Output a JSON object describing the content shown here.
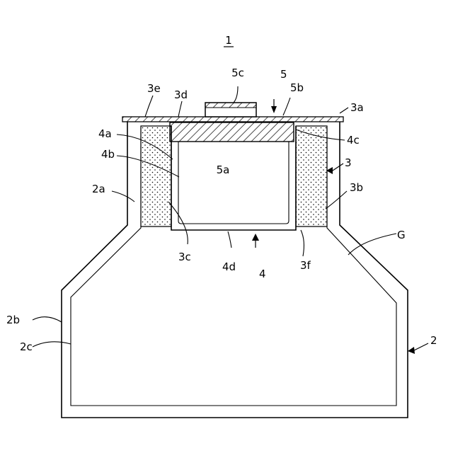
{
  "figure": {
    "number": "1",
    "labels": {
      "l2": "2",
      "l2a": "2a",
      "l2b": "2b",
      "l2c": "2c",
      "l3": "3",
      "l3a": "3a",
      "l3b": "3b",
      "l3c": "3c",
      "l3d": "3d",
      "l3e": "3e",
      "l3f": "3f",
      "l4": "4",
      "l4a": "4a",
      "l4b": "4b",
      "l4c": "4c",
      "l4d": "4d",
      "l5": "5",
      "l5a": "5a",
      "l5b": "5b",
      "l5c": "5c",
      "lG": "G"
    }
  }
}
